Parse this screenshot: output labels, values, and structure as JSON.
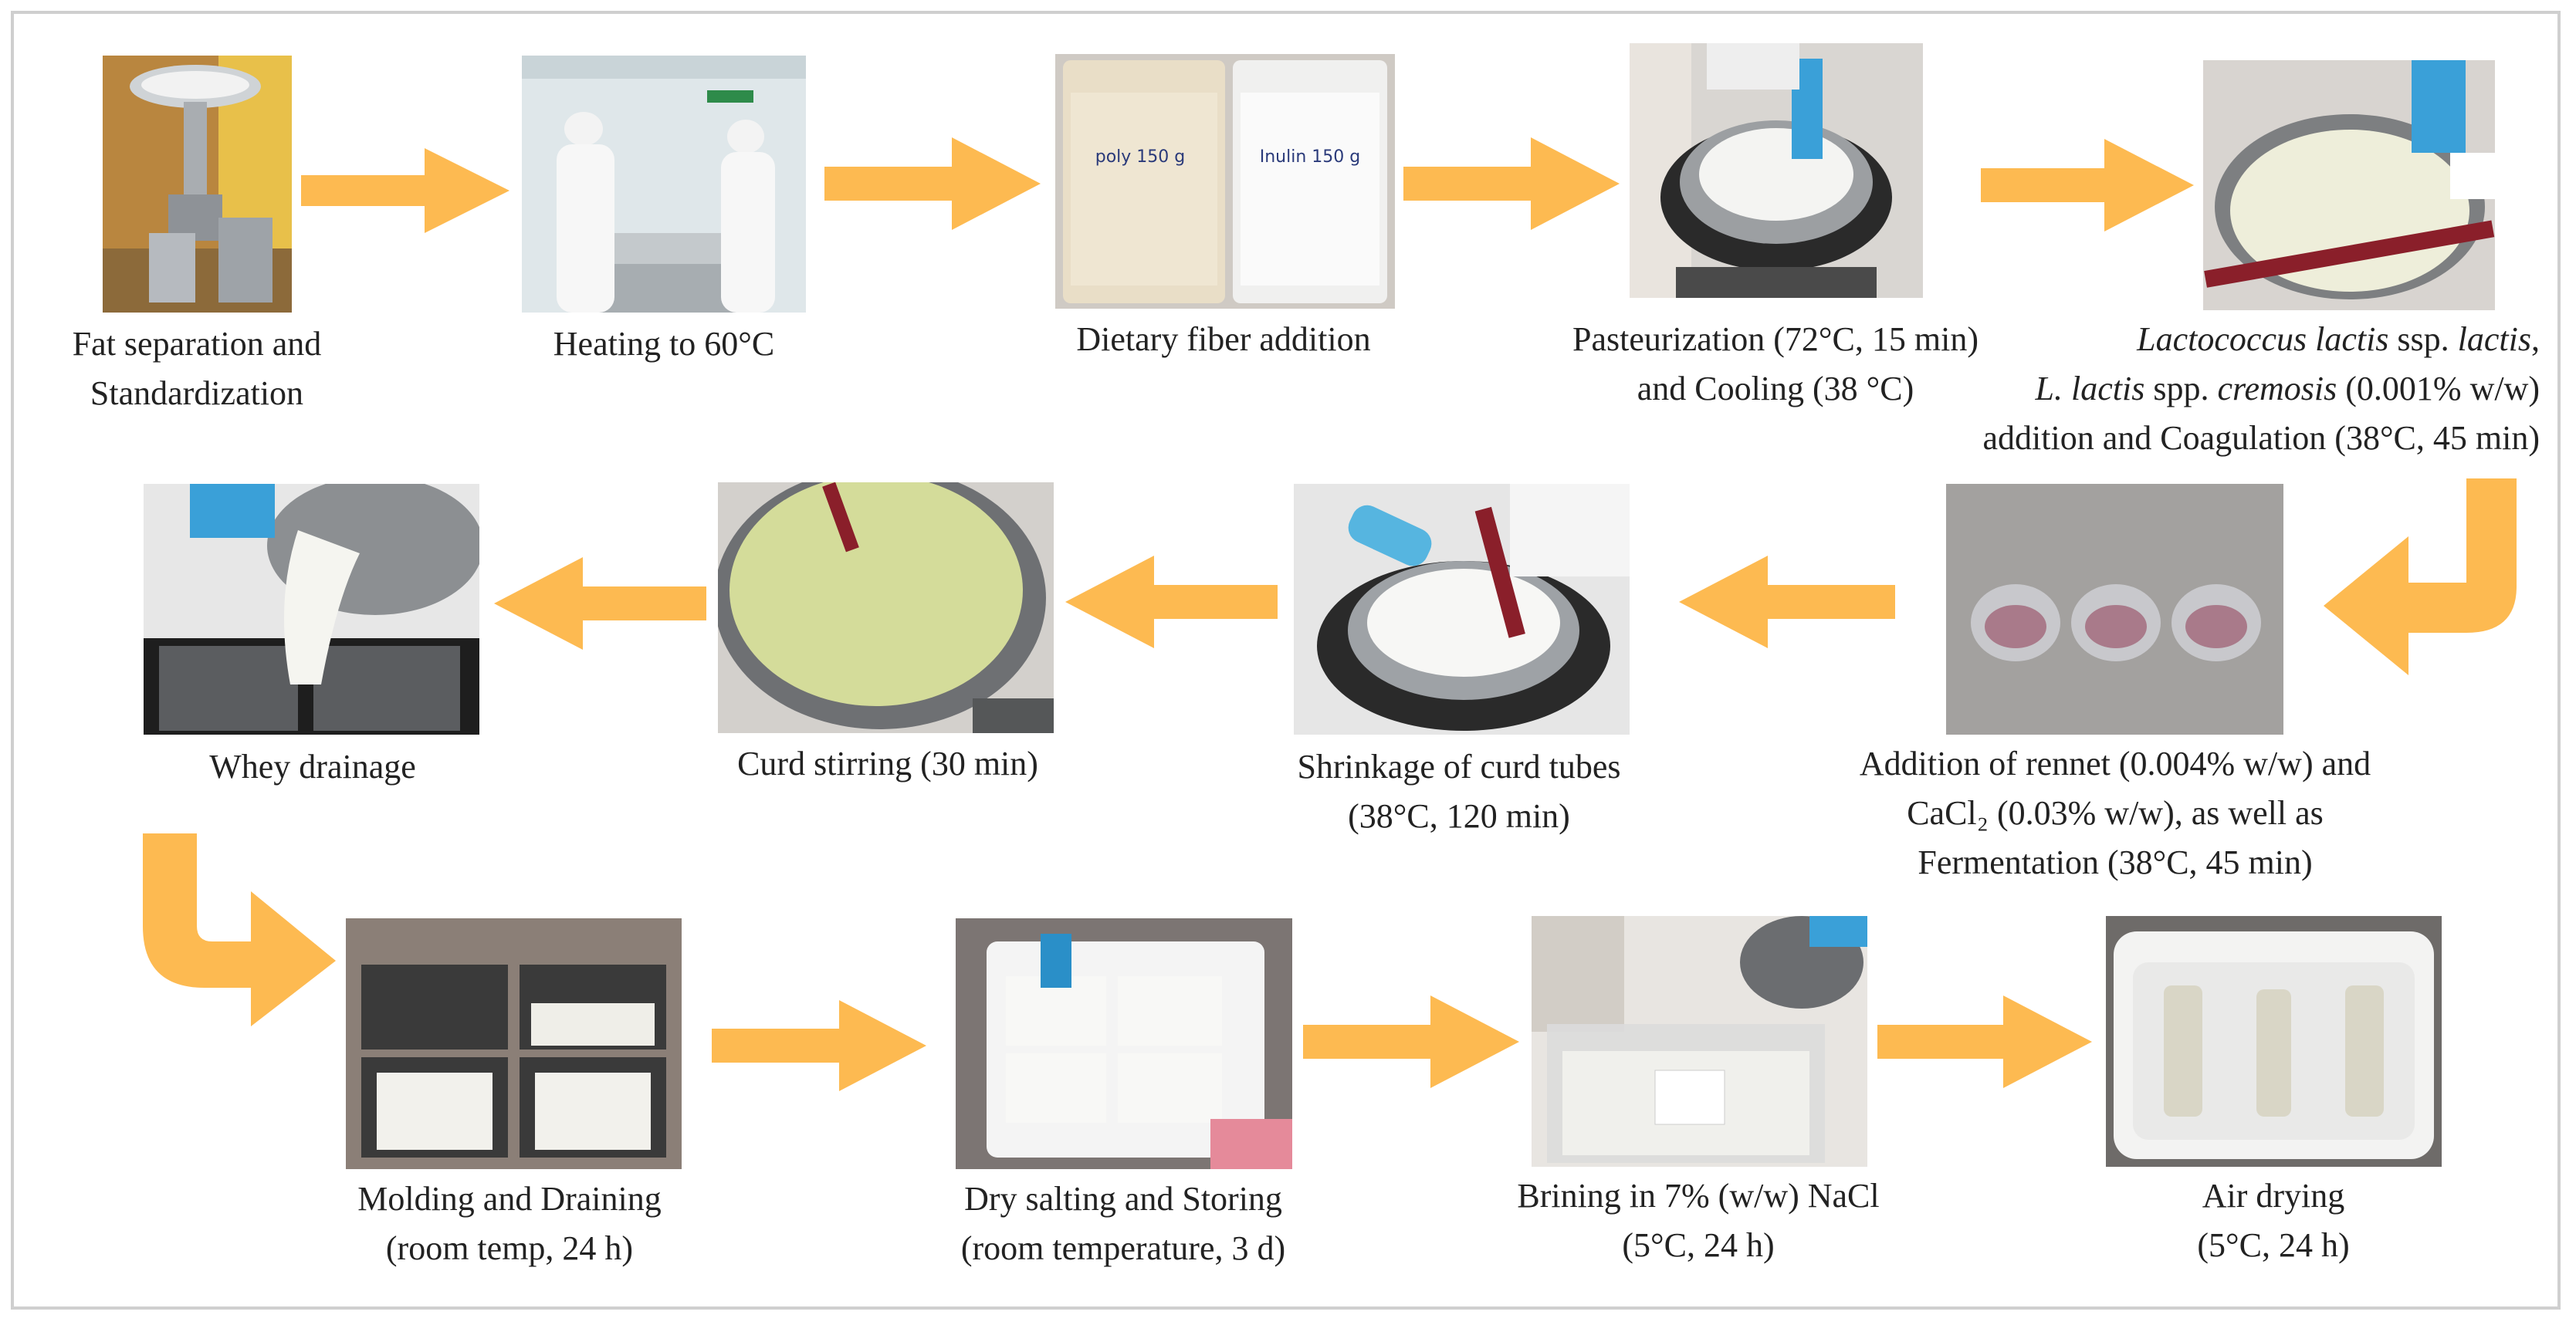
{
  "arrow_color": "#FDBA51",
  "steps": [
    {
      "lines": [
        "Fat separation and",
        "Standardization"
      ],
      "photo": "milk-separator-photo"
    },
    {
      "lines": [
        "Heating to 60°C"
      ],
      "photo": "heating-room-photo"
    },
    {
      "lines": [
        "Dietary fiber addition"
      ],
      "photo": "fiber-bags-photo",
      "bag_labels": [
        "poly 150 g",
        "Inulin 150 g"
      ]
    },
    {
      "lines": [
        "Pasteurization (72°C, 15 min)",
        "and Cooling (38 °C)"
      ],
      "photo": "pasteurization-pot-photo"
    },
    {
      "lines": [
        "Lactococcus lactis ssp. lactis,",
        "L. lactis spp. cremosis (0.001% w/w)",
        "addition and Coagulation (38°C, 45 min)"
      ],
      "photo": "culture-addition-photo"
    },
    {
      "lines": [
        "Addition of rennet (0.004% w/w) and",
        "CaCl₂ (0.03% w/w), as well as",
        "Fermentation (38°C, 45 min)"
      ],
      "photo": "rennet-cups-photo"
    },
    {
      "lines": [
        "Shrinkage of curd tubes",
        "(38°C, 120 min)"
      ],
      "photo": "curd-shrinkage-photo"
    },
    {
      "lines": [
        "Curd stirring (30 min)"
      ],
      "photo": "curd-stirring-photo"
    },
    {
      "lines": [
        "Whey drainage"
      ],
      "photo": "whey-drainage-photo"
    },
    {
      "lines": [
        "Molding and Draining",
        "(room temp, 24 h)"
      ],
      "photo": "molds-photo"
    },
    {
      "lines": [
        "Dry salting and Storing",
        "(room temperature, 3 d)"
      ],
      "photo": "dry-salting-photo"
    },
    {
      "lines": [
        "Brining in 7% (w/w) NaCl",
        "(5°C, 24 h)"
      ],
      "photo": "brining-photo"
    },
    {
      "lines": [
        "Air drying",
        "(5°C, 24 h)"
      ],
      "photo": "air-drying-photo"
    }
  ]
}
